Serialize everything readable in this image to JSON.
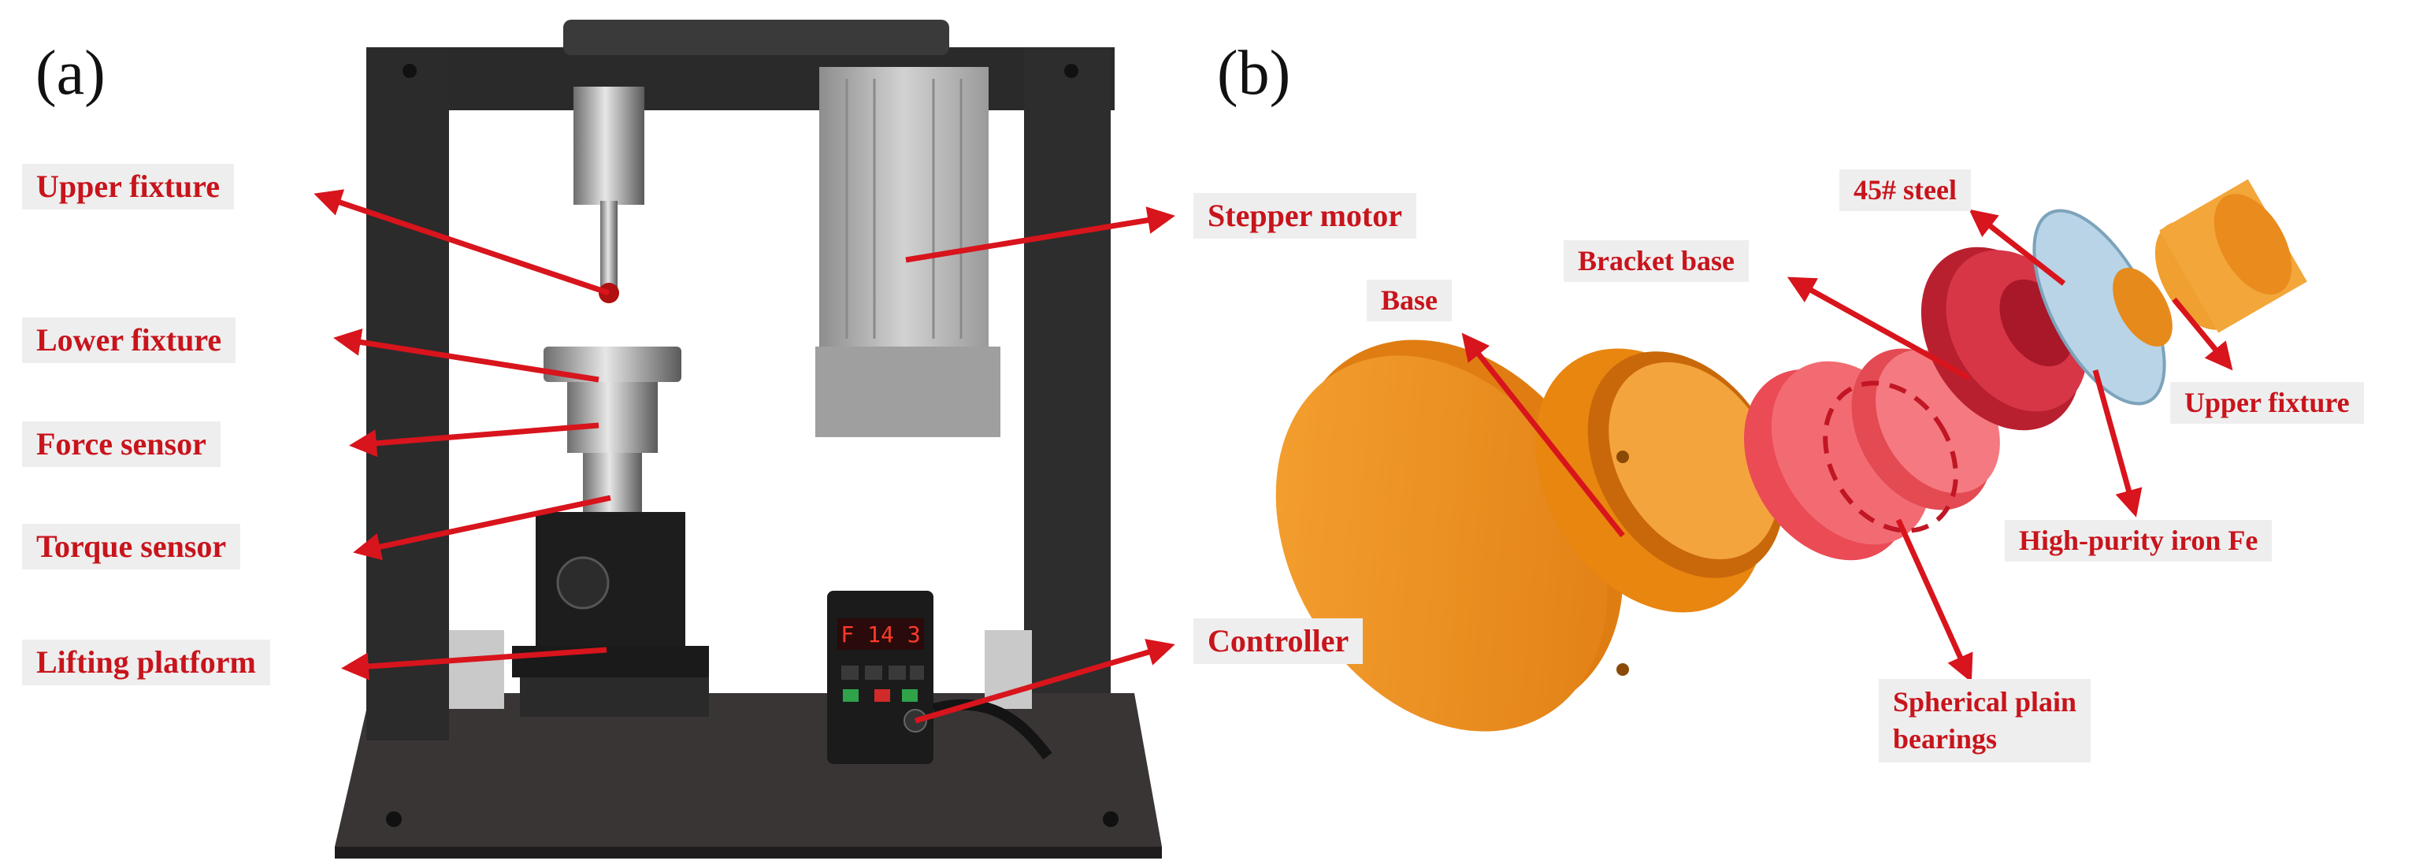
{
  "panels": {
    "a": "(a)",
    "b": "(b)"
  },
  "photo_labels": {
    "upper_fixture": "Upper fixture",
    "lower_fixture": "Lower fixture",
    "force_sensor": "Force sensor",
    "torque_sensor": "Torque sensor",
    "lifting_platform": "Lifting platform",
    "stepper_motor": "Stepper motor",
    "controller": "Controller"
  },
  "diagram_labels": {
    "steel": "45# steel",
    "bracket_base": "Bracket base",
    "base": "Base",
    "upper_fixture": "Upper fixture",
    "iron": "High-purity iron Fe",
    "bearings_line1": "Spherical plain",
    "bearings_line2": "bearings"
  },
  "controller_display": "F 14 3",
  "colors": {
    "label_text": "#c8141c",
    "label_bg": "#eeeeee",
    "arrow": "#d8141c",
    "orange_part": "#f29020",
    "red_part": "#ef5a60",
    "dark_red_part": "#c8283a",
    "disc": "#b8d4e6"
  }
}
